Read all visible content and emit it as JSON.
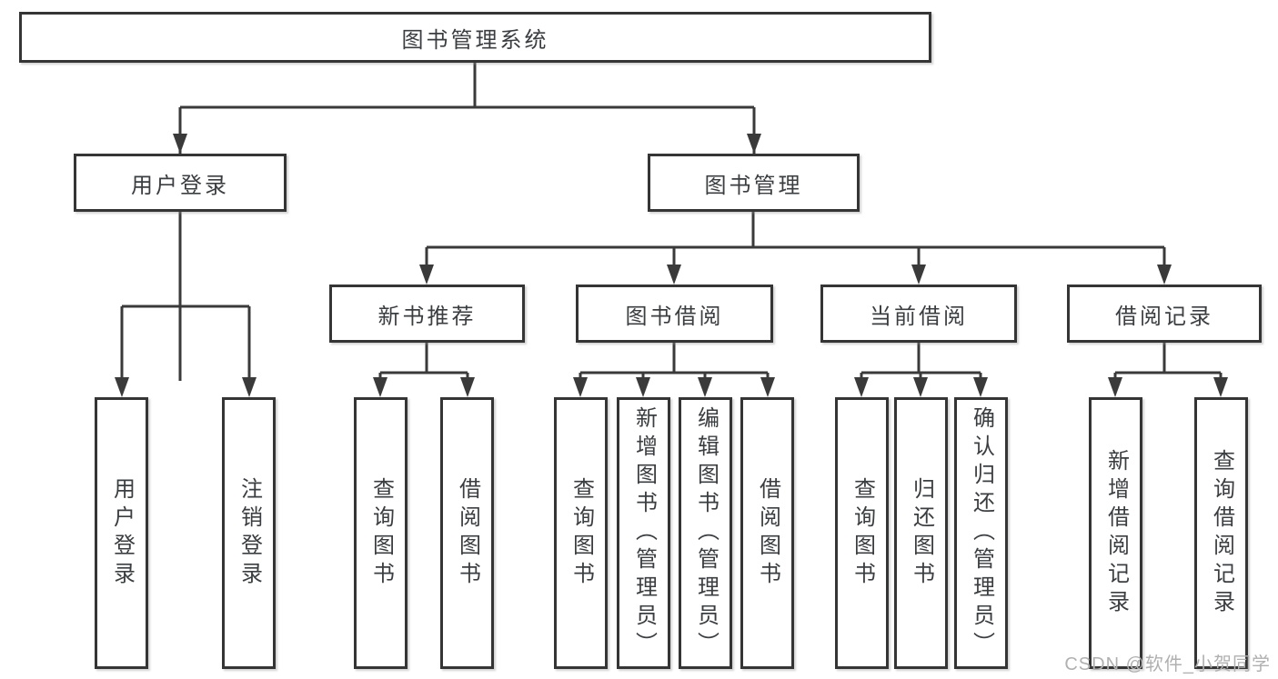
{
  "diagram": {
    "type": "hierarchy-tree",
    "root": {
      "label": "图书管理系统",
      "children": [
        {
          "label": "用户登录",
          "children": [
            {
              "label": "用户登录"
            },
            {
              "label": "注销登录"
            }
          ]
        },
        {
          "label": "图书管理",
          "children": [
            {
              "label": "新书推荐",
              "children": [
                {
                  "label": "查询图书"
                },
                {
                  "label": "借阅图书"
                }
              ]
            },
            {
              "label": "图书借阅",
              "children": [
                {
                  "label": "查询图书"
                },
                {
                  "label": "新增图书（管理员）"
                },
                {
                  "label": "编辑图书（管理员）"
                },
                {
                  "label": "借阅图书"
                }
              ]
            },
            {
              "label": "当前借阅",
              "children": [
                {
                  "label": "查询图书"
                },
                {
                  "label": "归还图书"
                },
                {
                  "label": "确认归还（管理员）"
                }
              ]
            },
            {
              "label": "借阅记录",
              "children": [
                {
                  "label": "新增借阅记录"
                },
                {
                  "label": "查询借阅记录"
                }
              ]
            }
          ]
        }
      ]
    }
  },
  "watermark": {
    "text": "CSDN @软件_小贺同学"
  },
  "colors": {
    "line": "#3a3a3a",
    "box_border": "#353535",
    "text": "#3b3e41",
    "background": "#ffffff",
    "watermark": "#b0b0b0"
  }
}
